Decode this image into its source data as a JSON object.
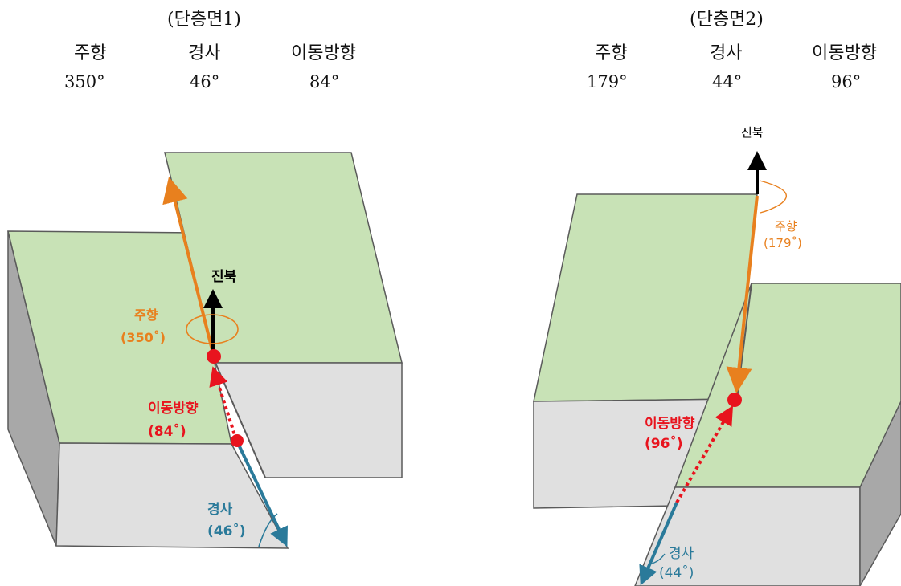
{
  "figure": {
    "left": {
      "title": "(단층면1)",
      "col_labels": {
        "strike": "주향",
        "dip": "경사",
        "move": "이동방향"
      },
      "values": {
        "strike": "350°",
        "dip": "46°",
        "move": "84°"
      },
      "diagram": {
        "north": "진북",
        "strike_label": "주향",
        "strike_value": "(350˚)",
        "move_label": "이동방향",
        "move_value": "(84˚)",
        "dip_label": "경사",
        "dip_value": "(46˚)"
      }
    },
    "right": {
      "title": "(단층면2)",
      "col_labels": {
        "strike": "주향",
        "dip": "경사",
        "move": "이동방향"
      },
      "values": {
        "strike": "179°",
        "dip": "44°",
        "move": "96°"
      },
      "diagram": {
        "north": "진북",
        "strike_label": "주향",
        "strike_value": "(179˚)",
        "move_label": "이동방향",
        "move_value": "(96˚)",
        "dip_label": "경사",
        "dip_value": "(44˚)"
      }
    }
  },
  "colors": {
    "top_face": "#c8e2b6",
    "side_face": "#e0e0e0",
    "dark_face": "#a8a8a8",
    "edge": "#5a5a5a",
    "strike": "#e8801e",
    "move": "#e8141e",
    "dip": "#2a7a9a",
    "north": "#000000"
  }
}
